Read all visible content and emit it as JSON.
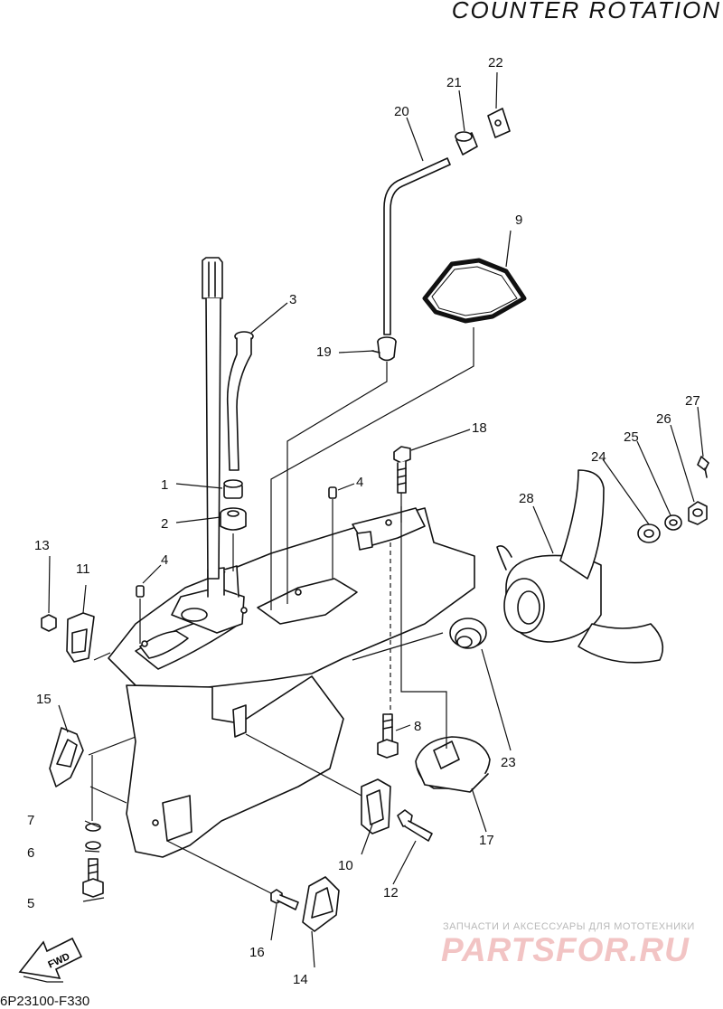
{
  "header": {
    "title": "COUNTER ROTATION"
  },
  "footer": {
    "code": "6P23100-F330"
  },
  "fwd_arrow": {
    "label": "FWD"
  },
  "watermark": {
    "tagline": "ЗАПЧАСТИ И АКСЕССУАРЫ ДЛЯ МОТОТЕХНИКИ",
    "logo": "PARTSFOR.RU"
  },
  "callouts": {
    "c1": "1",
    "c2": "2",
    "c3": "3",
    "c4a": "4",
    "c4b": "4",
    "c5": "5",
    "c6": "6",
    "c7": "7",
    "c8": "8",
    "c9": "9",
    "c10": "10",
    "c11": "11",
    "c12": "12",
    "c13": "13",
    "c14": "14",
    "c15": "15",
    "c16": "16",
    "c17": "17",
    "c18": "18",
    "c19": "19",
    "c20": "20",
    "c21": "21",
    "c22": "22",
    "c23": "23",
    "c24": "24",
    "c25": "25",
    "c26": "26",
    "c27": "27",
    "c28": "28"
  }
}
